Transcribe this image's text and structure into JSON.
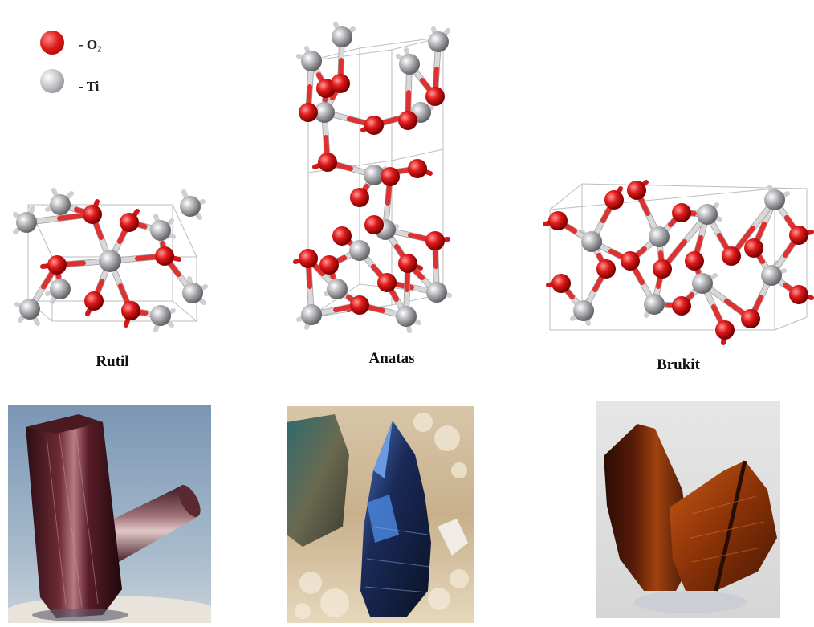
{
  "legend": {
    "items": [
      {
        "label": "- O₂",
        "color": "#e01a1a"
      },
      {
        "label": "- Ti",
        "color": "#b8b8bc"
      }
    ]
  },
  "structures": [
    {
      "name": "Rutil"
    },
    {
      "name": "Anatas"
    },
    {
      "name": "Brukit"
    }
  ],
  "colors": {
    "oxygen": "#e01a1a",
    "titanium": "#b8b8bc",
    "bond_light": "#d8d8d8",
    "cell_edge": "#bdbdbd"
  },
  "photos": [
    {
      "mineral": "rutile-crystal-photo"
    },
    {
      "mineral": "anatase-crystal-photo"
    },
    {
      "mineral": "brookite-crystal-photo"
    }
  ]
}
